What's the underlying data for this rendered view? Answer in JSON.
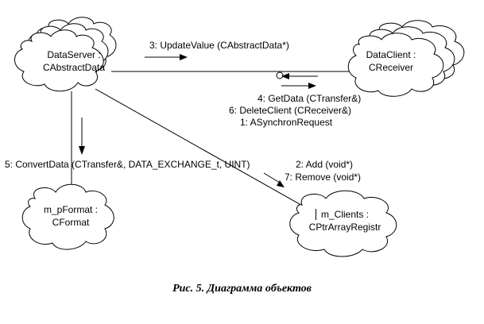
{
  "objects": {
    "data_server": {
      "name": "DataServer :",
      "class": "CAbstractData"
    },
    "data_client": {
      "name": "DataClient :",
      "class": "CReceiver"
    },
    "format": {
      "name": "m_pFormat :",
      "class": "CFormat"
    },
    "clients": {
      "name": "m_Clients :",
      "class": "CPtrArrayRegistr"
    }
  },
  "messages": {
    "update_value": "3: UpdateValue (CAbstractData*)",
    "get_data": "4: GetData (CTransfer&)",
    "delete_client": "6: DeleteClient (CReceiver&)",
    "asynchron_request": "1: ASynchronRequest",
    "convert_data": "5: ConvertData (CTransfer&, DATA_EXCHANGE_t, UINT)",
    "add": "2: Add (void*)",
    "remove": "7: Remove (void*)"
  },
  "caption": "Рис. 5. Диаграмма объектов"
}
